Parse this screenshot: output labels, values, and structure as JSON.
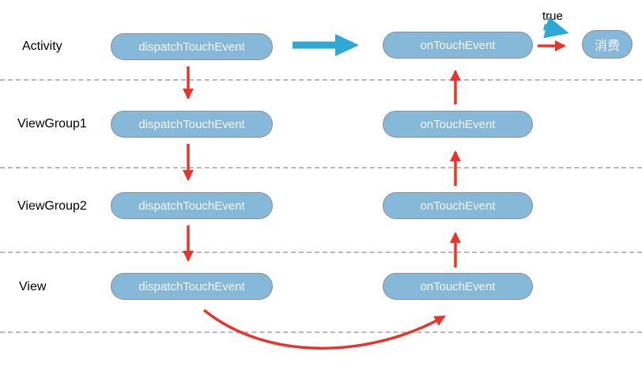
{
  "diagram": {
    "title": "touch-event-dispatch-flow",
    "rows": [
      {
        "label": "Activity",
        "dispatch": "dispatchTouchEvent",
        "ontouch": "onTouchEvent"
      },
      {
        "label": "ViewGroup1",
        "dispatch": "dispatchTouchEvent",
        "ontouch": "onTouchEvent"
      },
      {
        "label": "ViewGroup2",
        "dispatch": "dispatchTouchEvent",
        "ontouch": "onTouchEvent"
      },
      {
        "label": "View",
        "dispatch": "dispatchTouchEvent",
        "ontouch": "onTouchEvent"
      }
    ],
    "true_label": "true",
    "consume_label": "消费",
    "colors": {
      "pill_fill": "#86b8d9",
      "pill_border": "#8f8f8f",
      "pill_text": "#f7f7f7",
      "arrow_red": "#e8342b",
      "arrow_blue": "#2fa8d5",
      "separator": "#b8b8b8",
      "label_text": "#000000"
    }
  }
}
